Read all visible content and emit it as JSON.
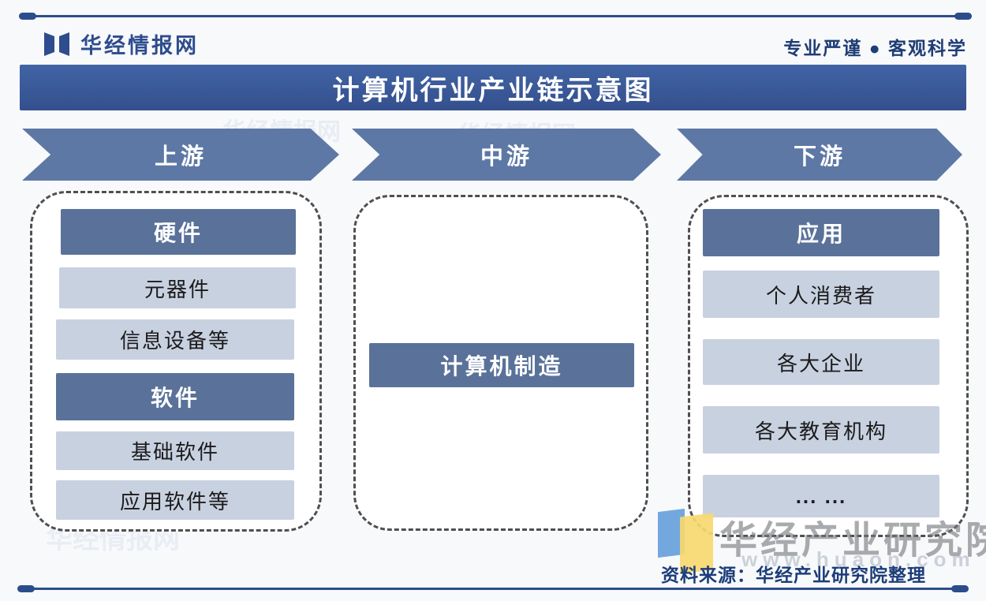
{
  "header": {
    "logo_text": "华经情报网",
    "tagline": "专业严谨 ● 客观科学"
  },
  "title": "计算机行业产业链示意图",
  "stages": [
    {
      "label": "上游"
    },
    {
      "label": "中游"
    },
    {
      "label": "下游"
    }
  ],
  "columns": {
    "upstream": {
      "items": [
        {
          "label": "硬件",
          "type": "header"
        },
        {
          "label": "元器件",
          "type": "item"
        },
        {
          "label": "信息设备等",
          "type": "item"
        },
        {
          "label": "软件",
          "type": "header"
        },
        {
          "label": "基础软件",
          "type": "item"
        },
        {
          "label": "应用软件等",
          "type": "item"
        }
      ]
    },
    "midstream": {
      "items": [
        {
          "label": "计算机制造",
          "type": "header"
        }
      ]
    },
    "downstream": {
      "items": [
        {
          "label": "应用",
          "type": "header"
        },
        {
          "label": "个人消费者",
          "type": "item"
        },
        {
          "label": "各大企业",
          "type": "item"
        },
        {
          "label": "各大教育机构",
          "type": "item"
        },
        {
          "label": "... ...",
          "type": "item"
        }
      ]
    }
  },
  "footer": {
    "watermark_brand": "华经产业研究院",
    "watermark_url": "www.huaon.com",
    "source": "资料来源：华经产业研究院整理"
  },
  "ghost_watermarks": [
    {
      "text": "华经情报网"
    },
    {
      "text": "华经情报网"
    },
    {
      "text": "www.huaon.com"
    },
    {
      "text": "华经情报网"
    }
  ],
  "colors": {
    "title_banner": "#3a5b9e",
    "stage_arrow": "#5d78a5",
    "dark_node": "#5a7299",
    "light_node": "#c8d1e0",
    "rule_line": "#2c4d8c",
    "brand_text": "#2e4d8e",
    "source_text": "#1c3d7a",
    "dashed_border": "#4f4f4f",
    "watermark_blue": "#609cdb",
    "watermark_yellow": "#f7d870"
  }
}
